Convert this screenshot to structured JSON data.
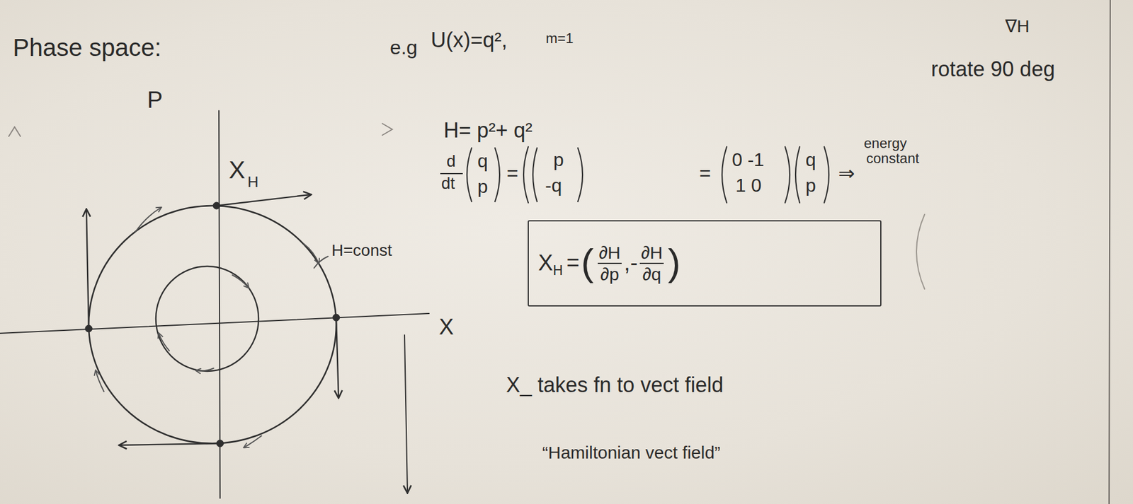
{
  "diagram": {
    "nodes": [
      {
        "text": [
          "X",
          "H",
          "=",
          "(",
          "∂H",
          "∂p",
          ",",
          "-",
          "∂H",
          "∂q",
          ")"
        ]
      }
    ],
    "labels": [
      "Phase space:",
      "e.g",
      "U(x)=q²,",
      "m=1",
      "∇H",
      "rotate 90 deg",
      "P",
      "X",
      "X",
      "H",
      "H=const",
      "H= p²+ q²",
      "d",
      "dt",
      "q",
      "p",
      "=",
      "p",
      "-q",
      "=",
      "0 -1",
      "1 0",
      "q",
      "p",
      "⇒",
      "energy",
      "constant",
      "X_ takes fn to vect field",
      "“Hamiltonian vect field”"
    ]
  }
}
